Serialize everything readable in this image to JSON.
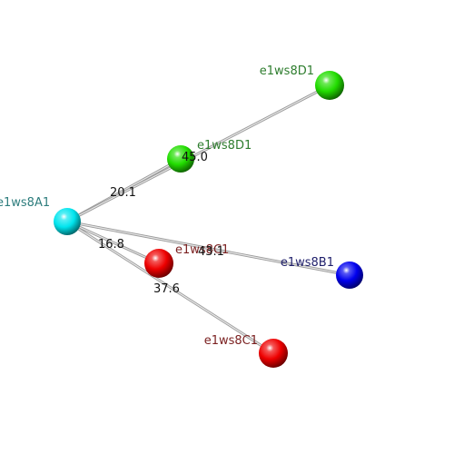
{
  "nodes": [
    {
      "id": "A1",
      "label": "e1ws8A1",
      "color": "#00e5ee",
      "label_color": "#2e7d7d"
    },
    {
      "id": "D1_mid",
      "label": "e1ws8D1",
      "color": "#22dd00",
      "label_color": "#2e7d2e"
    },
    {
      "id": "D1_far",
      "label": "e1ws8D1",
      "color": "#22dd00",
      "label_color": "#2e7d2e"
    },
    {
      "id": "C1_mid",
      "label": "e1ws8C1",
      "color": "#ee0000",
      "label_color": "#7a1f1f"
    },
    {
      "id": "C1_far",
      "label": "e1ws8C1",
      "color": "#ee0000",
      "label_color": "#7a1f1f"
    },
    {
      "id": "B1",
      "label": "e1ws8B1",
      "color": "#0000ee",
      "label_color": "#1f1f6b"
    }
  ],
  "edges": [
    {
      "from": "A1",
      "to": "D1_mid",
      "label": "20.1"
    },
    {
      "from": "A1",
      "to": "D1_far",
      "label": "45.0"
    },
    {
      "from": "A1",
      "to": "C1_mid",
      "label": "16.8"
    },
    {
      "from": "A1",
      "to": "C1_far",
      "label": "37.6"
    },
    {
      "from": "A1",
      "to": "B1",
      "label": "43.1"
    }
  ]
}
